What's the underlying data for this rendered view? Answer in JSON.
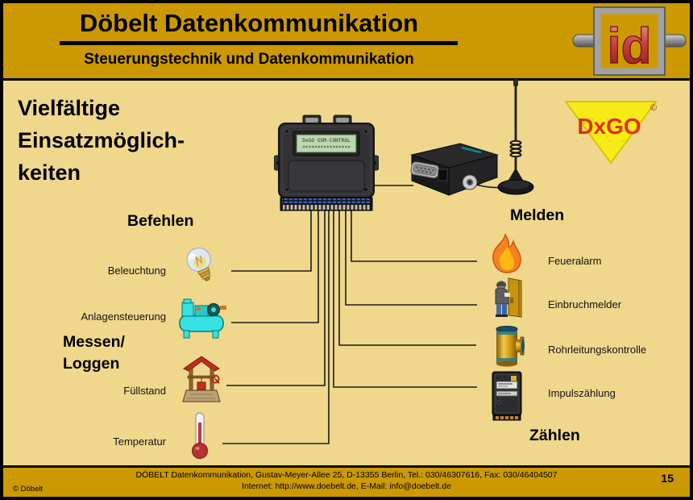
{
  "colors": {
    "header_gold": "#CC9902",
    "content_bg": "#EFD78C",
    "dxgo_yellow": "#F6EB16",
    "dxgo_red": "#E03010",
    "logo_red": "#B22A2A",
    "wire": "#1C1C1C"
  },
  "header": {
    "title": "Döbelt Datenkommunikation",
    "subtitle": "Steuerungstechnik und Datenkommunikation",
    "logo_text": "id"
  },
  "slide": {
    "title_lines": [
      "Vielfältige",
      "Einsatzmöglich-",
      "keiten"
    ]
  },
  "dxgo": {
    "text": "DxGO",
    "copyright": "©"
  },
  "device": {
    "lcd_line1": "DxGO GSM-CONTROL",
    "lcd_line2": "****************"
  },
  "groups": {
    "befehlen": {
      "heading": "Befehlen",
      "items": [
        {
          "label": "Beleuchtung",
          "icon": "lightbulb-icon"
        },
        {
          "label": "Anlagensteuerung",
          "icon": "machine-icon"
        }
      ]
    },
    "messen_loggen": {
      "heading_lines": [
        "Messen/",
        "Loggen"
      ],
      "items": [
        {
          "label": "Füllstand",
          "icon": "well-icon"
        },
        {
          "label": "Temperatur",
          "icon": "thermometer-icon"
        }
      ]
    },
    "melden": {
      "heading": "Melden",
      "items": [
        {
          "label": "Feueralarm",
          "icon": "fire-icon"
        },
        {
          "label": "Einbruchmelder",
          "icon": "burglar-icon"
        }
      ]
    },
    "zaehlen": {
      "heading": "Zählen",
      "items": [
        {
          "label": "Rohrleitungskontrolle",
          "icon": "pipe-icon"
        },
        {
          "label": "Impulszählung",
          "icon": "meter-icon"
        }
      ]
    }
  },
  "footer": {
    "line1": "DÖBELT Datenkommunikation, Gustav-Meyer-Allee 25, D-13355 Berlin, Tel.: 030/46307616, Fax: 030/46404507",
    "line2": "Internet: http://www.doebelt.de, E-Mail: info@doebelt.de",
    "copyright": "© Döbelt",
    "page_number": "15"
  }
}
